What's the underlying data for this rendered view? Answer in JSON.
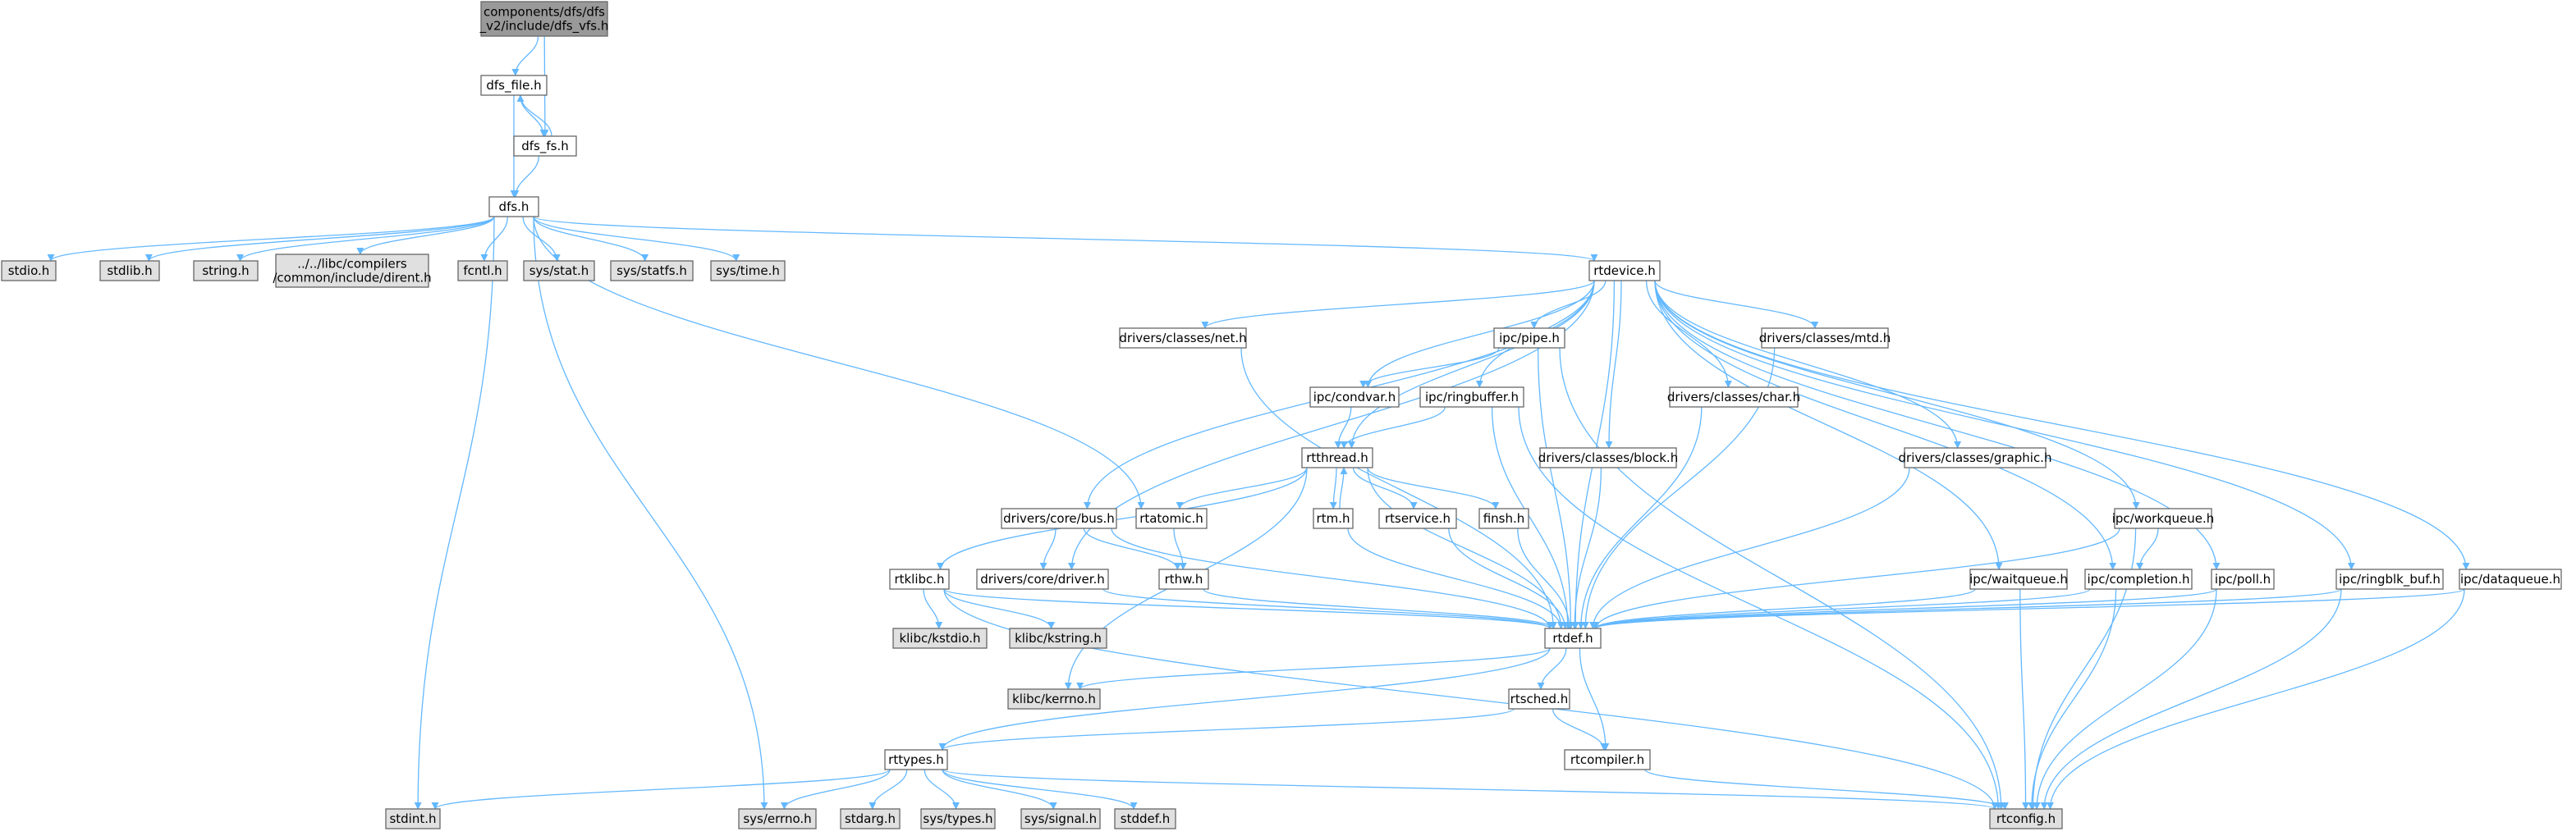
{
  "colors": {
    "edge": "#63b8ff",
    "root_fill": "#999999",
    "normal_fill": "#ffffff",
    "external_fill": "#e0e0e0",
    "border": "#666666",
    "text": "#000000"
  },
  "nodes": [
    {
      "id": "root",
      "lines": [
        "components/dfs/dfs",
        "_v2/include/dfs_vfs.h"
      ],
      "kind": "root"
    },
    {
      "id": "dfs_file",
      "lines": [
        "dfs_file.h"
      ],
      "kind": "normal"
    },
    {
      "id": "dfs_fs",
      "lines": [
        "dfs_fs.h"
      ],
      "kind": "normal"
    },
    {
      "id": "dfs",
      "lines": [
        "dfs.h"
      ],
      "kind": "normal"
    },
    {
      "id": "stdio",
      "lines": [
        "stdio.h"
      ],
      "kind": "external"
    },
    {
      "id": "stdlib",
      "lines": [
        "stdlib.h"
      ],
      "kind": "external"
    },
    {
      "id": "string",
      "lines": [
        "string.h"
      ],
      "kind": "external"
    },
    {
      "id": "dirent",
      "lines": [
        "../../libc/compilers",
        "/common/include/dirent.h"
      ],
      "kind": "external"
    },
    {
      "id": "fcntl",
      "lines": [
        "fcntl.h"
      ],
      "kind": "external"
    },
    {
      "id": "sysstat",
      "lines": [
        "sys/stat.h"
      ],
      "kind": "external"
    },
    {
      "id": "sysstatfs",
      "lines": [
        "sys/statfs.h"
      ],
      "kind": "external"
    },
    {
      "id": "systime",
      "lines": [
        "sys/time.h"
      ],
      "kind": "external"
    },
    {
      "id": "rtdevice",
      "lines": [
        "rtdevice.h"
      ],
      "kind": "normal"
    },
    {
      "id": "net",
      "lines": [
        "drivers/classes/net.h"
      ],
      "kind": "normal"
    },
    {
      "id": "pipe",
      "lines": [
        "ipc/pipe.h"
      ],
      "kind": "normal"
    },
    {
      "id": "mtd",
      "lines": [
        "drivers/classes/mtd.h"
      ],
      "kind": "normal"
    },
    {
      "id": "condvar",
      "lines": [
        "ipc/condvar.h"
      ],
      "kind": "normal"
    },
    {
      "id": "ringbuffer",
      "lines": [
        "ipc/ringbuffer.h"
      ],
      "kind": "normal"
    },
    {
      "id": "char",
      "lines": [
        "drivers/classes/char.h"
      ],
      "kind": "normal"
    },
    {
      "id": "graphic",
      "lines": [
        "drivers/classes/graphic.h"
      ],
      "kind": "normal"
    },
    {
      "id": "rtthread",
      "lines": [
        "rtthread.h"
      ],
      "kind": "normal"
    },
    {
      "id": "block",
      "lines": [
        "drivers/classes/block.h"
      ],
      "kind": "normal"
    },
    {
      "id": "bus",
      "lines": [
        "drivers/core/bus.h"
      ],
      "kind": "normal"
    },
    {
      "id": "rtatomic",
      "lines": [
        "rtatomic.h"
      ],
      "kind": "normal"
    },
    {
      "id": "rtm",
      "lines": [
        "rtm.h"
      ],
      "kind": "normal"
    },
    {
      "id": "rtservice",
      "lines": [
        "rtservice.h"
      ],
      "kind": "normal"
    },
    {
      "id": "finsh",
      "lines": [
        "finsh.h"
      ],
      "kind": "normal"
    },
    {
      "id": "workqueue",
      "lines": [
        "ipc/workqueue.h"
      ],
      "kind": "normal"
    },
    {
      "id": "rtklibc",
      "lines": [
        "rtklibc.h"
      ],
      "kind": "normal"
    },
    {
      "id": "driver",
      "lines": [
        "drivers/core/driver.h"
      ],
      "kind": "normal"
    },
    {
      "id": "rthw",
      "lines": [
        "rthw.h"
      ],
      "kind": "normal"
    },
    {
      "id": "waitqueue",
      "lines": [
        "ipc/waitqueue.h"
      ],
      "kind": "normal"
    },
    {
      "id": "completion",
      "lines": [
        "ipc/completion.h"
      ],
      "kind": "normal"
    },
    {
      "id": "poll",
      "lines": [
        "ipc/poll.h"
      ],
      "kind": "normal"
    },
    {
      "id": "ringblk",
      "lines": [
        "ipc/ringblk_buf.h"
      ],
      "kind": "normal"
    },
    {
      "id": "dataqueue",
      "lines": [
        "ipc/dataqueue.h"
      ],
      "kind": "normal"
    },
    {
      "id": "kstdio",
      "lines": [
        "klibc/kstdio.h"
      ],
      "kind": "external"
    },
    {
      "id": "kstring",
      "lines": [
        "klibc/kstring.h"
      ],
      "kind": "external"
    },
    {
      "id": "rtdef",
      "lines": [
        "rtdef.h"
      ],
      "kind": "normal"
    },
    {
      "id": "kerrno",
      "lines": [
        "klibc/kerrno.h"
      ],
      "kind": "external"
    },
    {
      "id": "rtsched",
      "lines": [
        "rtsched.h"
      ],
      "kind": "normal"
    },
    {
      "id": "rttypes",
      "lines": [
        "rttypes.h"
      ],
      "kind": "normal"
    },
    {
      "id": "rtcompiler",
      "lines": [
        "rtcompiler.h"
      ],
      "kind": "normal"
    },
    {
      "id": "stdint",
      "lines": [
        "stdint.h"
      ],
      "kind": "external"
    },
    {
      "id": "syserrno",
      "lines": [
        "sys/errno.h"
      ],
      "kind": "external"
    },
    {
      "id": "stdarg",
      "lines": [
        "stdarg.h"
      ],
      "kind": "external"
    },
    {
      "id": "systypes",
      "lines": [
        "sys/types.h"
      ],
      "kind": "external"
    },
    {
      "id": "syssignal",
      "lines": [
        "sys/signal.h"
      ],
      "kind": "external"
    },
    {
      "id": "stddef",
      "lines": [
        "stddef.h"
      ],
      "kind": "external"
    },
    {
      "id": "rtconfig",
      "lines": [
        "rtconfig.h"
      ],
      "kind": "external"
    }
  ],
  "edges": [
    [
      "root",
      "dfs_file"
    ],
    [
      "root",
      "dfs_fs"
    ],
    [
      "dfs_file",
      "dfs_fs"
    ],
    [
      "dfs_file",
      "dfs"
    ],
    [
      "dfs_fs",
      "dfs_file"
    ],
    [
      "dfs_fs",
      "dfs"
    ],
    [
      "dfs",
      "stdio"
    ],
    [
      "dfs",
      "stdlib"
    ],
    [
      "dfs",
      "string"
    ],
    [
      "dfs",
      "dirent"
    ],
    [
      "dfs",
      "fcntl"
    ],
    [
      "dfs",
      "sysstat"
    ],
    [
      "dfs",
      "sysstatfs"
    ],
    [
      "dfs",
      "systime"
    ],
    [
      "dfs",
      "rtdevice"
    ],
    [
      "dfs",
      "stdint"
    ],
    [
      "dfs",
      "syserrno"
    ],
    [
      "dfs",
      "rtatomic"
    ],
    [
      "rtdevice",
      "net"
    ],
    [
      "rtdevice",
      "pipe"
    ],
    [
      "rtdevice",
      "mtd"
    ],
    [
      "rtdevice",
      "condvar"
    ],
    [
      "rtdevice",
      "ringbuffer"
    ],
    [
      "rtdevice",
      "char"
    ],
    [
      "rtdevice",
      "graphic"
    ],
    [
      "rtdevice",
      "rtthread"
    ],
    [
      "rtdevice",
      "block"
    ],
    [
      "rtdevice",
      "bus"
    ],
    [
      "rtdevice",
      "driver"
    ],
    [
      "rtdevice",
      "workqueue"
    ],
    [
      "rtdevice",
      "waitqueue"
    ],
    [
      "rtdevice",
      "completion"
    ],
    [
      "rtdevice",
      "poll"
    ],
    [
      "rtdevice",
      "ringblk"
    ],
    [
      "rtdevice",
      "dataqueue"
    ],
    [
      "rtdevice",
      "rtdef"
    ],
    [
      "net",
      "rtdef"
    ],
    [
      "pipe",
      "condvar"
    ],
    [
      "pipe",
      "rtdef"
    ],
    [
      "pipe",
      "rtconfig"
    ],
    [
      "mtd",
      "rtdef"
    ],
    [
      "condvar",
      "rtthread"
    ],
    [
      "ringbuffer",
      "rtthread"
    ],
    [
      "ringbuffer",
      "rtdef"
    ],
    [
      "ringbuffer",
      "rtconfig"
    ],
    [
      "char",
      "rtdef"
    ],
    [
      "graphic",
      "rtdef"
    ],
    [
      "block",
      "rtdef"
    ],
    [
      "rtthread",
      "rtatomic"
    ],
    [
      "rtthread",
      "rtm"
    ],
    [
      "rtthread",
      "rtservice"
    ],
    [
      "rtthread",
      "finsh"
    ],
    [
      "rtthread",
      "rtklibc"
    ],
    [
      "rtthread",
      "rtdef"
    ],
    [
      "rtthread",
      "kerrno"
    ],
    [
      "rtm",
      "rtthread"
    ],
    [
      "rtm",
      "rtdef"
    ],
    [
      "rtservice",
      "rtdef"
    ],
    [
      "finsh",
      "rtdef"
    ],
    [
      "rtatomic",
      "rthw"
    ],
    [
      "bus",
      "driver"
    ],
    [
      "bus",
      "rthw"
    ],
    [
      "bus",
      "rtdef"
    ],
    [
      "driver",
      "rtdef"
    ],
    [
      "rthw",
      "rtdef"
    ],
    [
      "rtklibc",
      "kstdio"
    ],
    [
      "rtklibc",
      "kstring"
    ],
    [
      "rtklibc",
      "rtdef"
    ],
    [
      "rtklibc",
      "rtconfig"
    ],
    [
      "workqueue",
      "completion"
    ],
    [
      "workqueue",
      "rtdef"
    ],
    [
      "workqueue",
      "rtconfig"
    ],
    [
      "waitqueue",
      "rtdef"
    ],
    [
      "waitqueue",
      "rtconfig"
    ],
    [
      "completion",
      "rtdef"
    ],
    [
      "completion",
      "rtconfig"
    ],
    [
      "poll",
      "rtdef"
    ],
    [
      "poll",
      "rtconfig"
    ],
    [
      "ringblk",
      "rtdef"
    ],
    [
      "ringblk",
      "rtconfig"
    ],
    [
      "dataqueue",
      "rtdef"
    ],
    [
      "dataqueue",
      "rtconfig"
    ],
    [
      "rtdef",
      "kerrno"
    ],
    [
      "rtdef",
      "rtsched"
    ],
    [
      "rtdef",
      "rttypes"
    ],
    [
      "rtdef",
      "rtcompiler"
    ],
    [
      "rtsched",
      "rttypes"
    ],
    [
      "rtsched",
      "rtcompiler"
    ],
    [
      "rtcompiler",
      "rtconfig"
    ],
    [
      "rttypes",
      "stdint"
    ],
    [
      "rttypes",
      "syserrno"
    ],
    [
      "rttypes",
      "stdarg"
    ],
    [
      "rttypes",
      "systypes"
    ],
    [
      "rttypes",
      "syssignal"
    ],
    [
      "rttypes",
      "stddef"
    ],
    [
      "rttypes",
      "rtconfig"
    ]
  ]
}
